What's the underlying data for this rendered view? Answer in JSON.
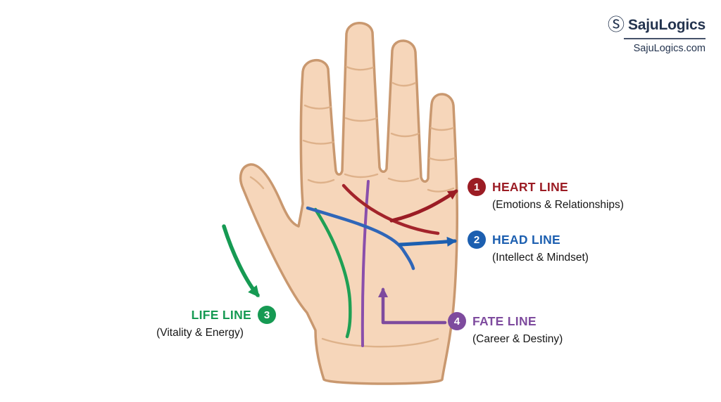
{
  "brand": {
    "name": "SajuLogics",
    "website": "SajuLogics.com",
    "color": "#24344f"
  },
  "lines": [
    {
      "number": "1",
      "title": "HEART LINE",
      "subtitle": "(Emotions & Relationships)",
      "color": "#9b1c24"
    },
    {
      "number": "2",
      "title": "HEAD LINE",
      "subtitle": "(Intellect & Mindset)",
      "color": "#1c5fb0"
    },
    {
      "number": "3",
      "title": "LIFE LINE",
      "subtitle": "(Vitality & Energy)",
      "color": "#169a53"
    },
    {
      "number": "4",
      "title": "FATE LINE",
      "subtitle": "(Career & Destiny)",
      "color": "#7e4b9e"
    }
  ],
  "illustration": {
    "skin_color": "#f6d6ba",
    "outline_color": "#c9986f",
    "crease_color": "#dcae85",
    "heart_line_color": "#a3242b",
    "head_line_color": "#2f66b8",
    "life_line_color": "#1fa054",
    "fate_line_color": "#8a4fab"
  }
}
